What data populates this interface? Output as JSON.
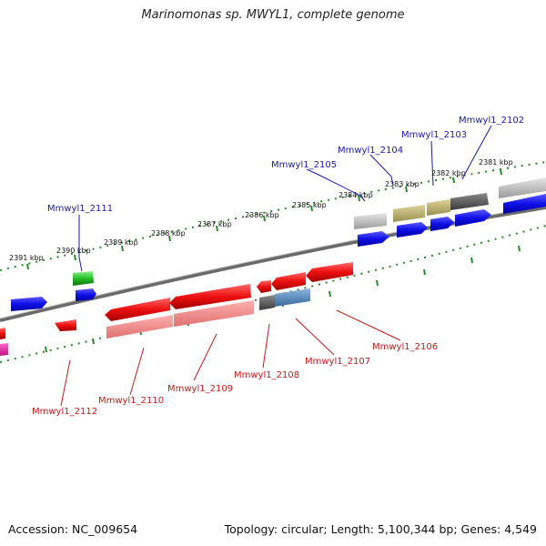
{
  "title": "Marinomonas sp. MWYL1, complete genome",
  "footer": {
    "accession": "Accession: NC_009654",
    "stats": "Topology: circular; Length: 5,100,344 bp; Genes: 4,549"
  },
  "colors": {
    "backbone": "#7a7a7a",
    "tick": "#2a8a2a",
    "plus_label": "#1a1ab0",
    "minus_label": "#c81818",
    "gene_blue": "#1010e0",
    "gene_red": "#ee1010"
  },
  "kbp_labels": [
    "2391 kbp",
    "2390 kbp",
    "2389 kbp",
    "2388 kbp",
    "2387 kbp",
    "2386 kbp",
    "2385 kbp",
    "2384 kbp",
    "2383 kbp",
    "2382 kbp",
    "2381 kbp"
  ],
  "plus_genes": [
    "Mmwyl1_2111",
    "Mmwyl1_2105",
    "Mmwyl1_2104",
    "Mmwyl1_2103",
    "Mmwyl1_2102"
  ],
  "minus_genes": [
    "Mmwyl1_2112",
    "Mmwyl1_2110",
    "Mmwyl1_2109",
    "Mmwyl1_2108",
    "Mmwyl1_2107",
    "Mmwyl1_2106"
  ]
}
